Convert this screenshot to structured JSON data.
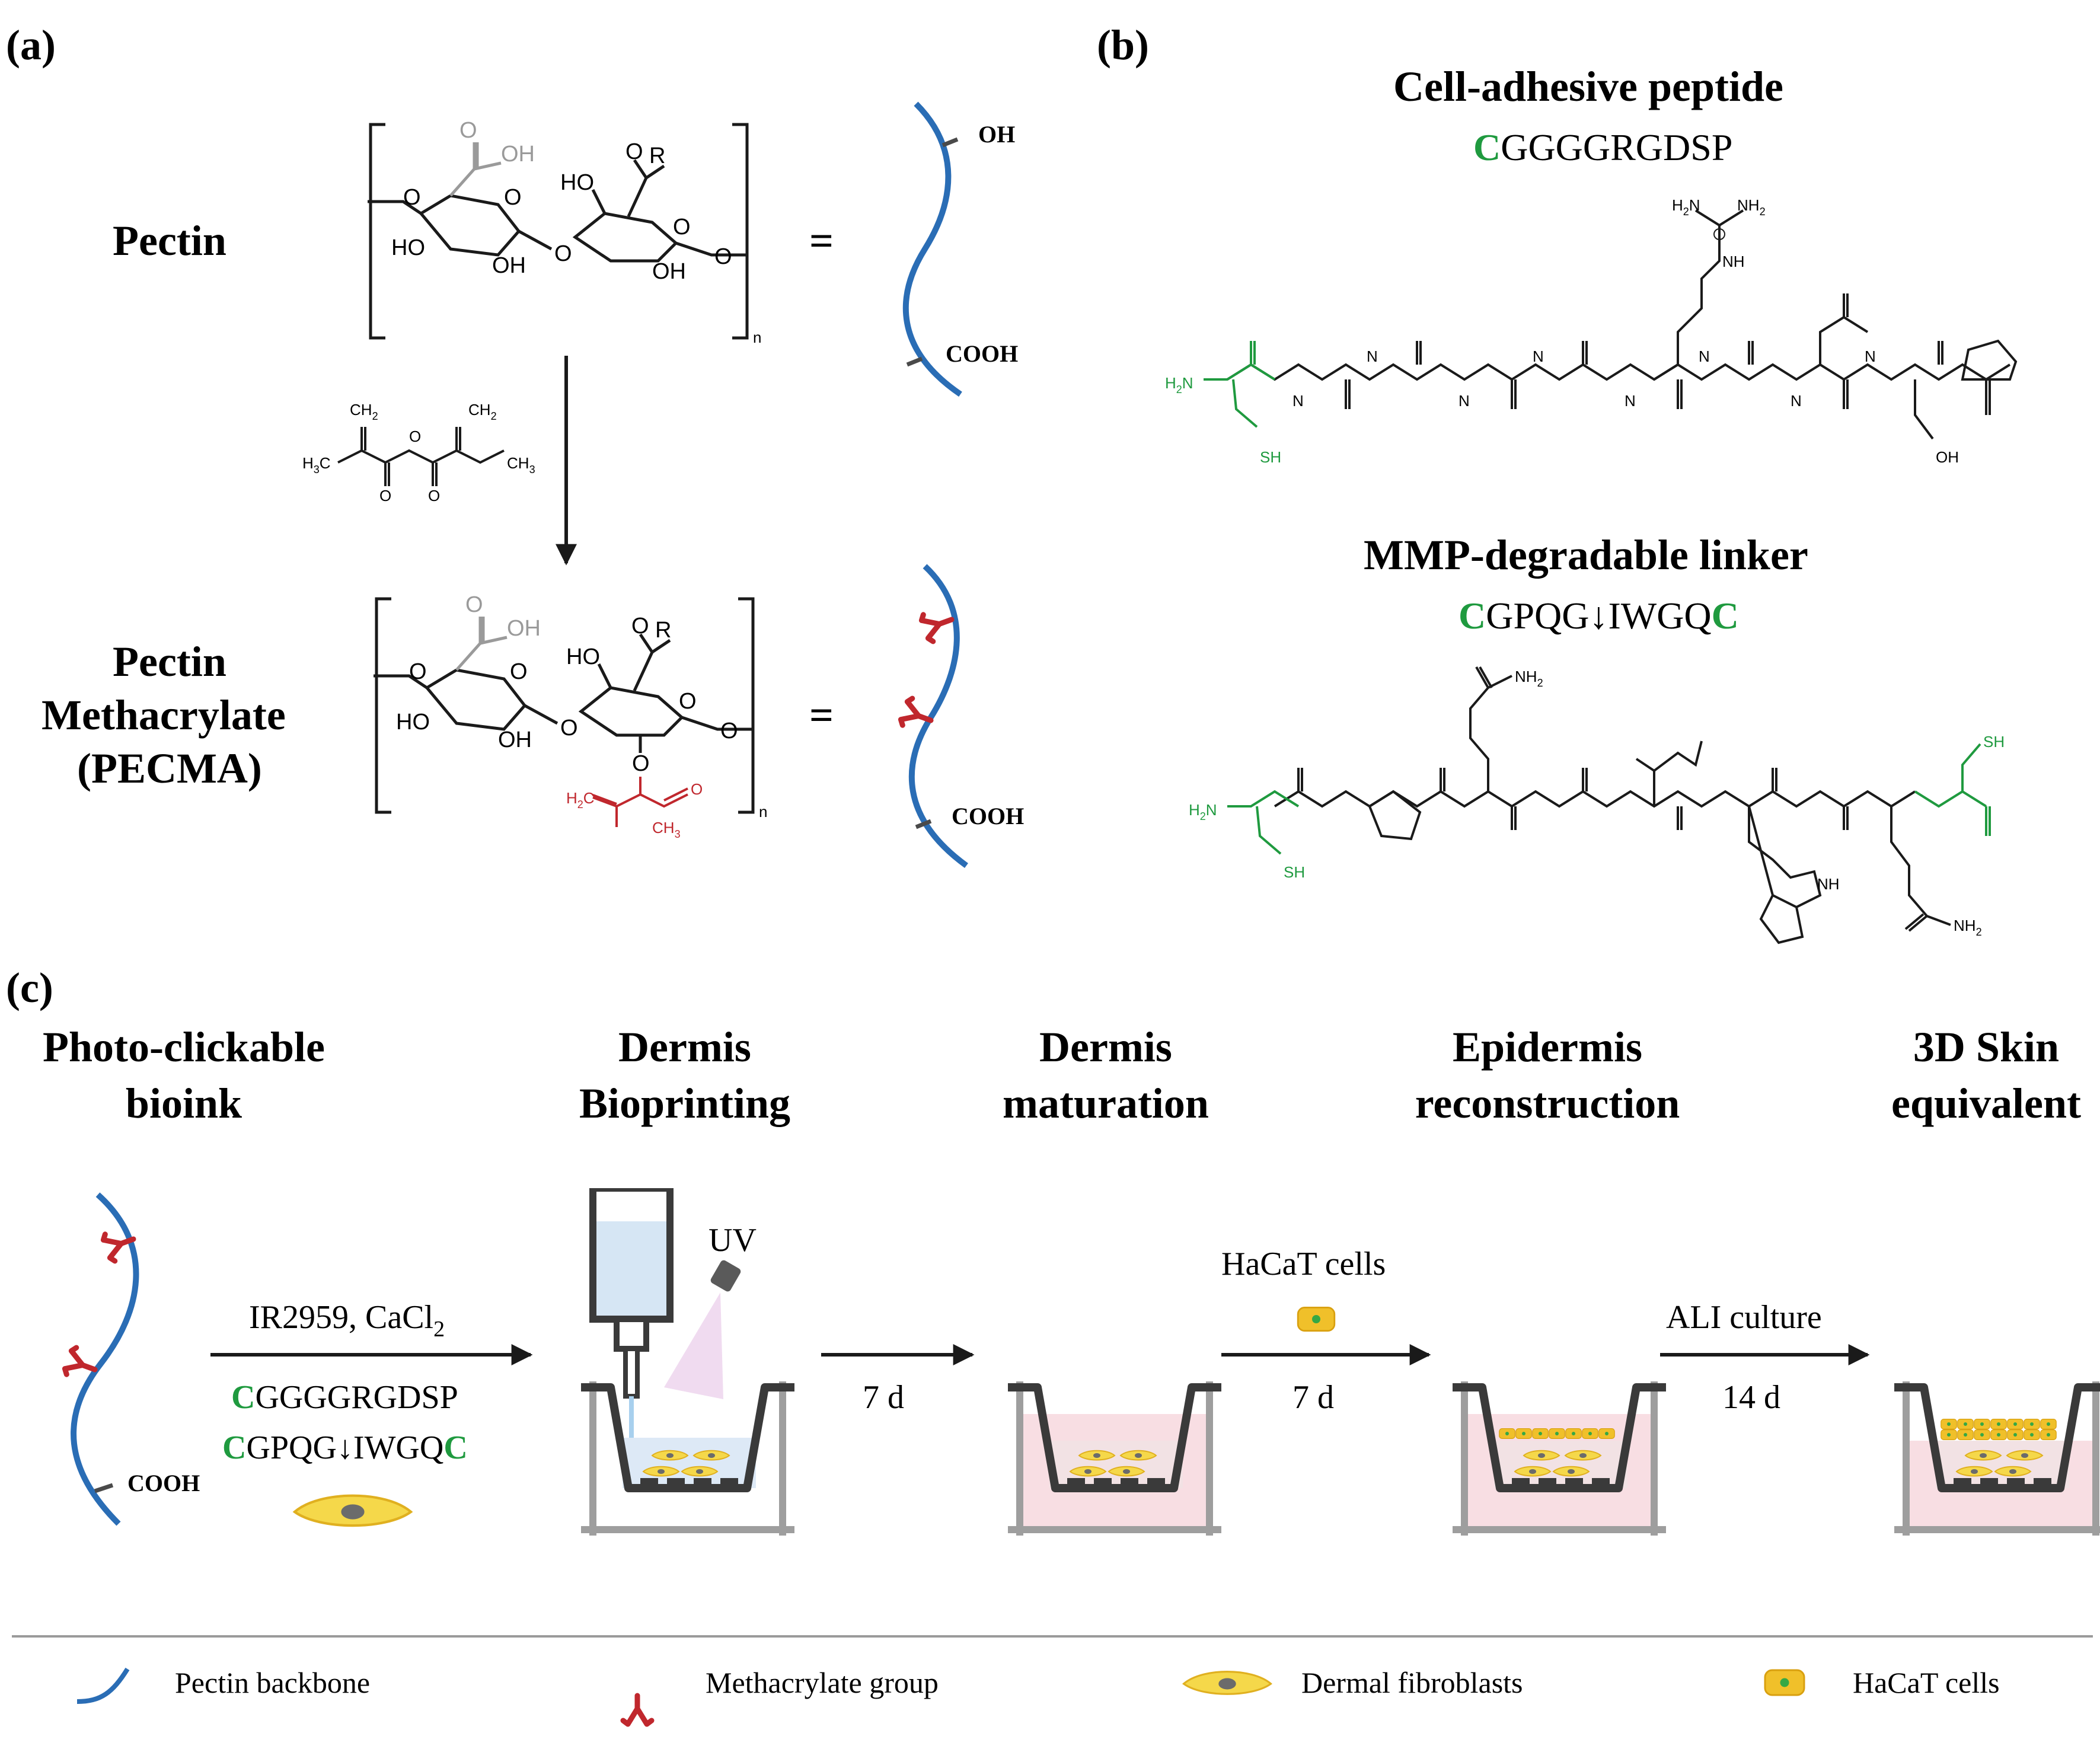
{
  "panels": {
    "a": "(a)",
    "b": "(b)",
    "c": "(c)"
  },
  "panel_a": {
    "pectin_label": "Pectin",
    "pecma_label_line1": "Pectin",
    "pecma_label_line2": "Methacrylate",
    "pecma_label_line3": "(PECMA)",
    "equals": "=",
    "subscript_n": "n",
    "oh": "OH",
    "cooh": "COOH",
    "r": "R",
    "ho": "HO",
    "o": "O",
    "ch2": "CH",
    "h3c": "H",
    "ch3": "CH",
    "h2c": "H",
    "methyl_ch3": "CH"
  },
  "panel_b": {
    "title1": "Cell-adhesive peptide",
    "seq1_c": "C",
    "seq1_rest": "GGGGRGDSP",
    "title2": "MMP-degradable linker",
    "seq2_c1": "C",
    "seq2_mid": "GPQG↓IWGQ",
    "seq2_c2": "C",
    "sh": "SH",
    "nh": "NH",
    "nh2": "NH",
    "oh": "OH",
    "h": "H",
    "n": "N"
  },
  "panel_c": {
    "steps": [
      {
        "line1": "Photo-clickable",
        "line2": "bioink"
      },
      {
        "line1": "Dermis",
        "line2": "Bioprinting"
      },
      {
        "line1": "Dermis",
        "line2": "maturation"
      },
      {
        "line1": "Epidermis",
        "line2": "reconstruction"
      },
      {
        "line1": "3D Skin",
        "line2": "equivalent"
      }
    ],
    "cooh": "COOH",
    "arrow1_top": "IR2959, CaCl",
    "arrow1_sub": "2",
    "arrow1_seq1_c": "C",
    "arrow1_seq1_rest": "GGGGRGDSP",
    "arrow1_seq2_c1": "C",
    "arrow1_seq2_mid": "GPQG↓IWGQ",
    "arrow1_seq2_c2": "C",
    "uv": "UV",
    "arrow2_below": "7 d",
    "arrow3_above": "HaCaT cells",
    "arrow3_below": "7 d",
    "arrow4_above": "ALI culture",
    "arrow4_below": "14 d"
  },
  "legend": {
    "items": [
      {
        "icon": "pectin-backbone-icon",
        "label": "Pectin backbone"
      },
      {
        "icon": "methacrylate-group-icon",
        "label": "Methacrylate group"
      },
      {
        "icon": "dermal-fibroblast-icon",
        "label": "Dermal fibroblasts"
      },
      {
        "icon": "hacat-cell-icon",
        "label": "HaCaT cells"
      }
    ]
  },
  "colors": {
    "backbone": "#2a6db5",
    "methacrylate": "#c0272d",
    "green": "#1f9a3f",
    "fibroblast": "#f5d84a",
    "hacat": "#f0c02a",
    "gray_sugar": "#9a9a9a",
    "medium": "#f6d6dc"
  }
}
